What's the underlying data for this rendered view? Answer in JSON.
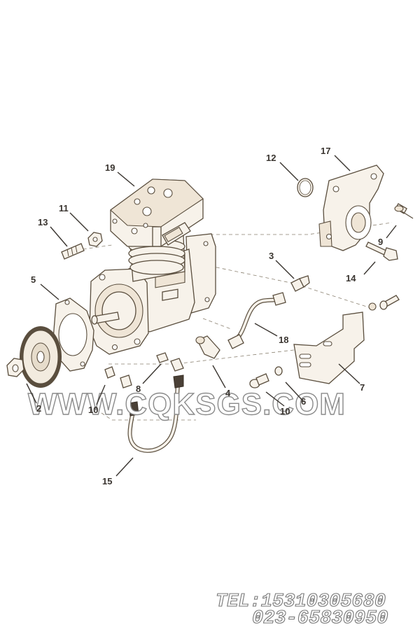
{
  "diagram": {
    "callouts": [
      {
        "id": "c19",
        "text": "19"
      },
      {
        "id": "c12",
        "text": "12"
      },
      {
        "id": "c17",
        "text": "17"
      },
      {
        "id": "c11",
        "text": "11"
      },
      {
        "id": "c13",
        "text": "13"
      },
      {
        "id": "c9",
        "text": "9"
      },
      {
        "id": "c3",
        "text": "3"
      },
      {
        "id": "c14",
        "text": "14"
      },
      {
        "id": "c5",
        "text": "5"
      },
      {
        "id": "c18",
        "text": "18"
      },
      {
        "id": "c8",
        "text": "8"
      },
      {
        "id": "c4",
        "text": "4"
      },
      {
        "id": "c7",
        "text": "7"
      },
      {
        "id": "c2",
        "text": "2"
      },
      {
        "id": "c10a",
        "text": "10"
      },
      {
        "id": "c6",
        "text": "6"
      },
      {
        "id": "c10b",
        "text": "10"
      },
      {
        "id": "c15",
        "text": "15"
      }
    ]
  },
  "watermark": {
    "text": "WWW.CQKSGS.COM"
  },
  "contact": {
    "phone": "TEL:15310305680",
    "phone2": "023-65830950"
  }
}
